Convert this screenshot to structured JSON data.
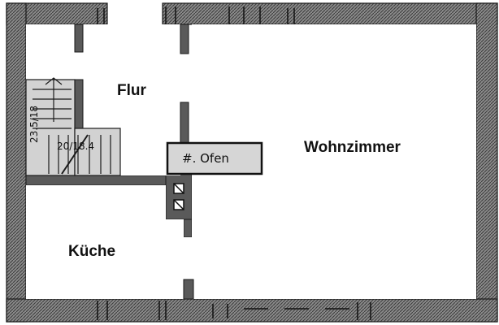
{
  "rooms": {
    "flur": "Flur",
    "wohnzimmer": "Wohnzimmer",
    "kueche": "Küche"
  },
  "oven": {
    "label": "#. Ofen"
  },
  "stairs": {
    "height_note": "23.5/18",
    "step_note": "20/18.4"
  },
  "colors": {
    "wall": "#6b6b6b",
    "wall_dark": "#2e2e2e",
    "line": "#1a1a1a",
    "paper": "#ffffff"
  }
}
